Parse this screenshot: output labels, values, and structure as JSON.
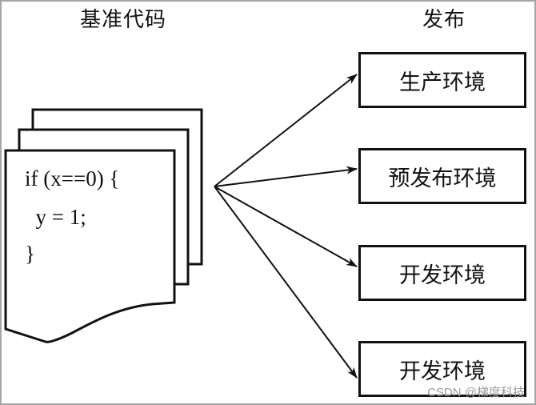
{
  "diagram": {
    "source_title": "基准代码",
    "release_title": "发布",
    "code_lines": [
      "if (x==0) {",
      "  y = 1;",
      "}"
    ],
    "environments": [
      {
        "label": "生产环境"
      },
      {
        "label": "预发布环境"
      },
      {
        "label": "开发环境"
      },
      {
        "label": "开发环境"
      }
    ],
    "watermark": "CSDN @梯度科技"
  }
}
